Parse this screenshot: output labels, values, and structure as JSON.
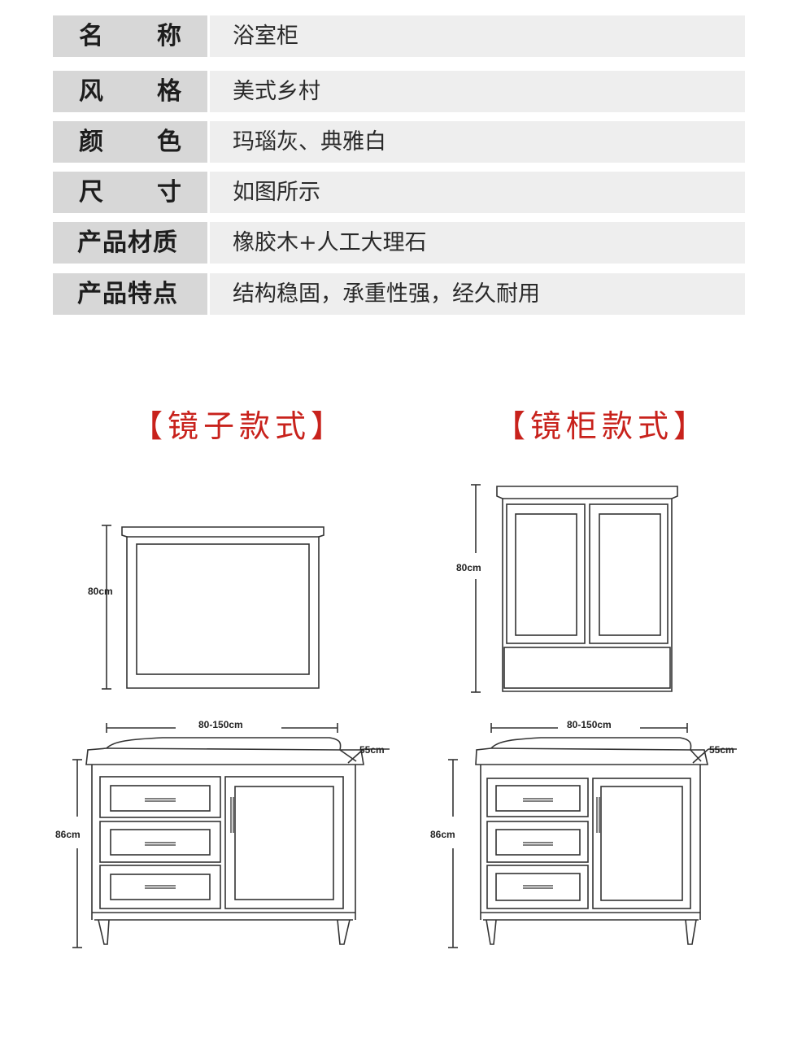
{
  "specs": [
    {
      "label": "名称",
      "value": "浴室柜"
    },
    {
      "label": "风格",
      "value": "美式乡村"
    },
    {
      "label": "颜色",
      "value": "玛瑙灰、典雅白"
    },
    {
      "label": "尺寸",
      "value": "如图所示"
    },
    {
      "label": "产品材质",
      "value": "橡胶木+人工大理石"
    },
    {
      "label": "产品特点",
      "value": "结构稳固，承重性强，经久耐用"
    }
  ],
  "styles": [
    {
      "title": "【镜子款式】",
      "top_unit": "镜子",
      "top_height": "80cm",
      "width": "80-150cm",
      "depth": "55cm",
      "cabinet_height": "86cm"
    },
    {
      "title": "【镜柜款式】",
      "top_unit": "镜柜",
      "top_height": "80cm",
      "width": "80-150cm",
      "depth": "55cm",
      "cabinet_height": "86cm"
    }
  ]
}
